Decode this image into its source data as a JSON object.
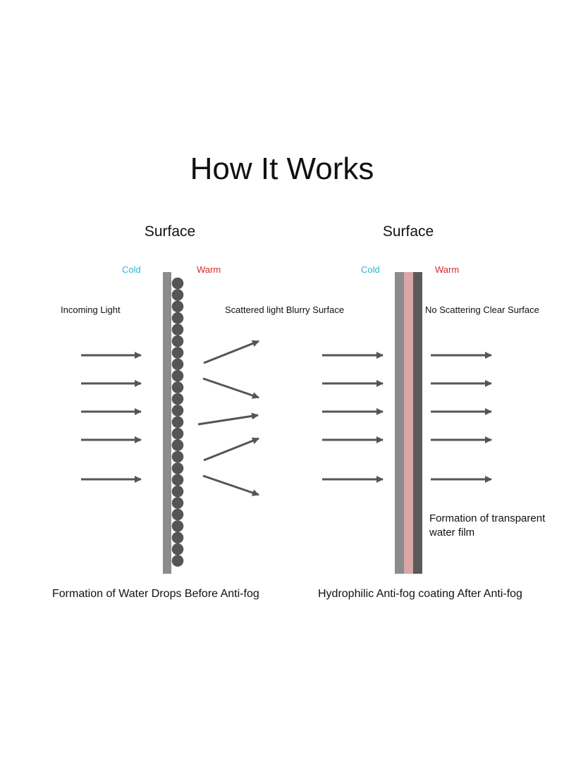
{
  "title": "How It Works",
  "colors": {
    "cold": "#2eb6d6",
    "warm": "#d42a2a",
    "glass": "#8c8c8c",
    "dark_layer": "#5a5a5a",
    "coating": "#d9a7a6",
    "drops": "#555555",
    "arrows": "#555555"
  },
  "left_panel": {
    "surface_label": "Surface",
    "cold_label": "Cold",
    "warm_label": "Warm",
    "incoming_label": "Incoming Light",
    "scattered_label": "Scattered light Blurry Surface",
    "caption": "Formation of Water Drops Before Anti-fog"
  },
  "right_panel": {
    "surface_label": "Surface",
    "cold_label": "Cold",
    "warm_label": "Warm",
    "no_scatter_label": "No Scattering Clear Surface",
    "film_label": "Formation of transparent water film",
    "caption": "Hydrophilic Anti-fog coating After Anti-fog"
  }
}
